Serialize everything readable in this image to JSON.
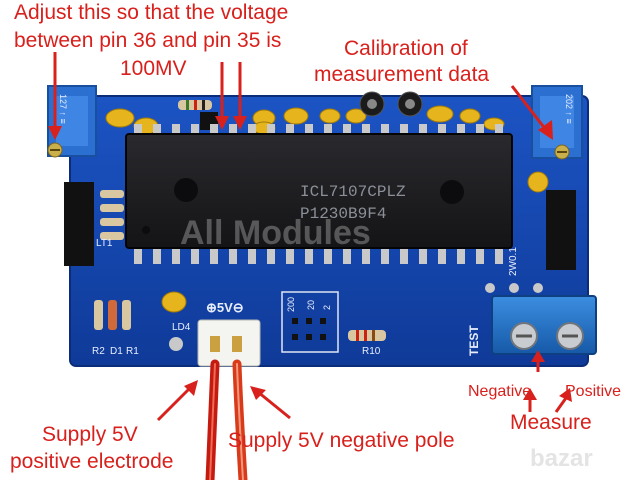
{
  "annotations": {
    "adjust_line1": "Adjust this so that the voltage",
    "adjust_line2": "between pin 36 and pin 35 is",
    "adjust_line3": "100MV",
    "calibration_line1": "Calibration of",
    "calibration_line2": "measurement data",
    "negative": "Negative",
    "positive": "Positive",
    "measure": "Measure",
    "supply_pos_line1": "Supply 5V",
    "supply_pos_line2": "positive electrode",
    "supply_neg": "Supply 5V negative pole"
  },
  "chip": {
    "line1": "ICL7107CPLZ",
    "line2": "P1230B9F4"
  },
  "silkscreen": {
    "ld4": "LD4",
    "r2": "R2",
    "d1": "D1",
    "r1": "R1",
    "r10": "R10",
    "test": "TEST",
    "plus_5v": "⊕5V⊖",
    "range_200": "200",
    "range_20": "20",
    "range_2": "2",
    "zw": "2W0.1",
    "lt1": "LT1",
    "trim_left": "127 ↑ ≡",
    "trim_right": "202 ↑ ≡"
  },
  "watermark": "All Modules",
  "brand": "bazar",
  "colors": {
    "pcb": "#1646b0",
    "annotation": "#d8201c",
    "chip": "#1b1b1d",
    "terminal": "#1e74c8"
  }
}
